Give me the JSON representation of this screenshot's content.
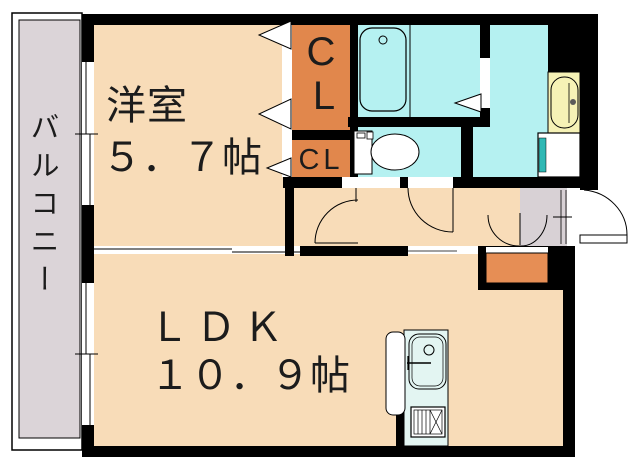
{
  "plan": {
    "balcony": {
      "label": "バルコニー"
    },
    "western_room": {
      "label": "洋室",
      "size": "５．７帖"
    },
    "ldk": {
      "label": "ＬＤＫ",
      "size": "１０．９帖"
    },
    "closet_upper": {
      "line1": "C",
      "line2": "L"
    },
    "closet_lower": {
      "label": "CL"
    },
    "colors": {
      "room_peach": "#F8DCB8",
      "closet_orange": "#E1874C",
      "shoebox_orange": "#E68E55",
      "wet_area_cyan": "#B5F1F1",
      "balcony_gray": "#DBD4D8",
      "entrance_gray": "#D8D1D5",
      "basin_yellow": "#F6F2B6",
      "kitchen_pale": "#E3F5F2",
      "washer_teal": "#2FB8B4",
      "wall_black": "#000000",
      "fixture_white": "#FFFFFF"
    }
  }
}
